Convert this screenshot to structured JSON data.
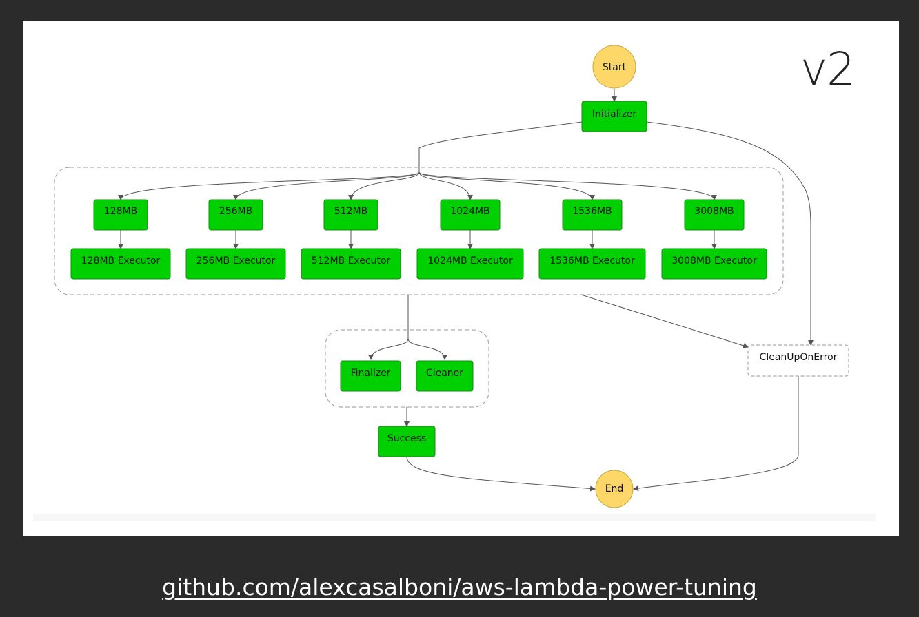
{
  "version_label": "v2",
  "footer": {
    "link_text": "github.com/alexcasalboni/aws-lambda-power-tuning"
  },
  "colors": {
    "page_background": "#2b2b2b",
    "canvas_background": "#ffffff",
    "task_fill": "#00d000",
    "task_stroke": "#1a8a1a",
    "terminal_fill": "#fdd868",
    "terminal_stroke": "#c9a63a",
    "edge_color": "#555555",
    "group_border": "#9a9a9a"
  },
  "diagram": {
    "start": "Start",
    "end": "End",
    "initializer": "Initializer",
    "branches": [
      {
        "memory": "128MB",
        "executor": "128MB Executor"
      },
      {
        "memory": "256MB",
        "executor": "256MB Executor"
      },
      {
        "memory": "512MB",
        "executor": "512MB Executor"
      },
      {
        "memory": "1024MB",
        "executor": "1024MB Executor"
      },
      {
        "memory": "1536MB",
        "executor": "1536MB Executor"
      },
      {
        "memory": "3008MB",
        "executor": "3008MB Executor"
      }
    ],
    "finalizer": "Finalizer",
    "cleaner": "Cleaner",
    "success": "Success",
    "cleanup_on_error": "CleanUpOnError"
  }
}
